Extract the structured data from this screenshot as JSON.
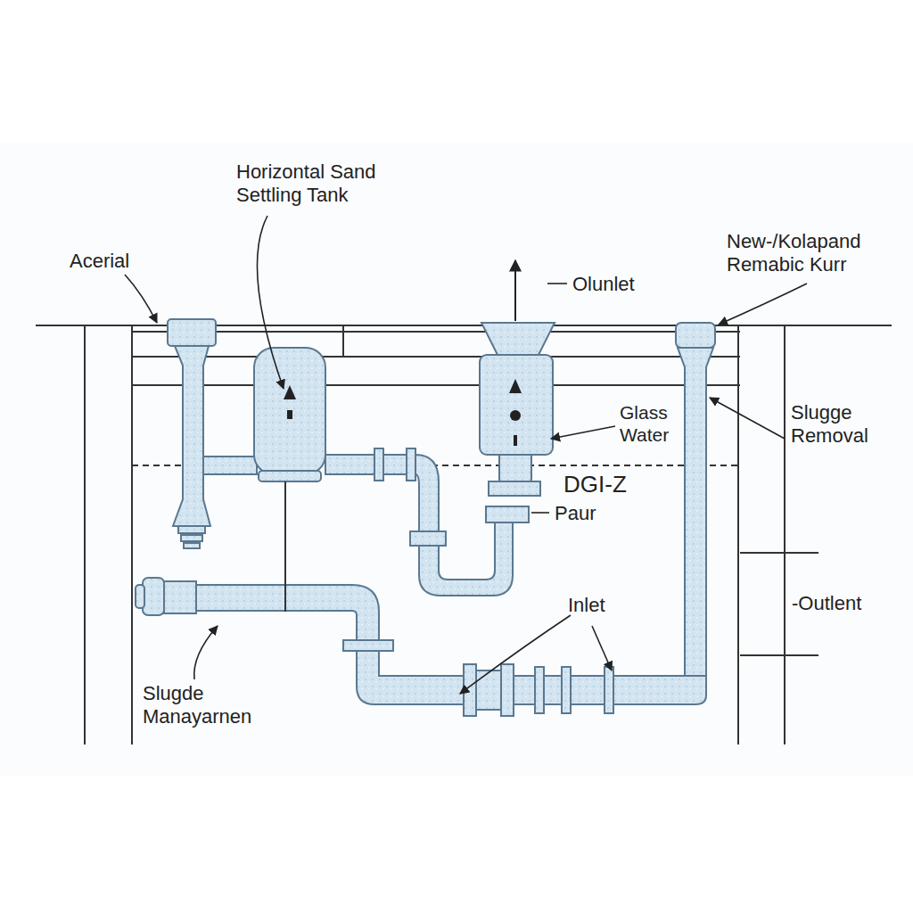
{
  "diagram": {
    "labels": [
      "Horizontal Sand Settling Tank",
      "Acerial",
      "New-/Kolapand Remabic Kurr",
      "Olunlet",
      "Glass Water",
      "Slugge Removal",
      "DGI-Z",
      "Paur",
      "Inlet",
      "-Outlent",
      "Slugde Manayarnen"
    ]
  }
}
